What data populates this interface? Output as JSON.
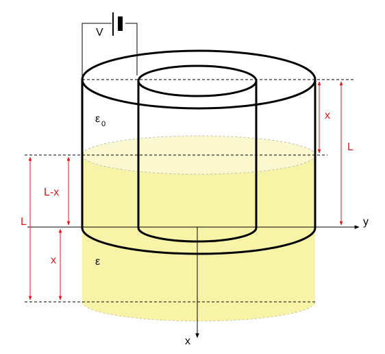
{
  "labels": {
    "voltage": "V",
    "epsilon_zero_symbol": "ε",
    "epsilon_zero_subscript": "0",
    "epsilon": "ε",
    "axis_x_bottom": "x",
    "axis_y": "y",
    "dim_x_top": "x",
    "dim_L_right": "L",
    "dim_L_minus_x": "L-x",
    "dim_L_left": "L",
    "dim_x_bottom": "x"
  },
  "colors": {
    "liquid_fill": "#f7f3a7",
    "liquid_top_fill": "#fbf8cf",
    "dimension_red": "#e8141b",
    "outline": "#000000"
  }
}
